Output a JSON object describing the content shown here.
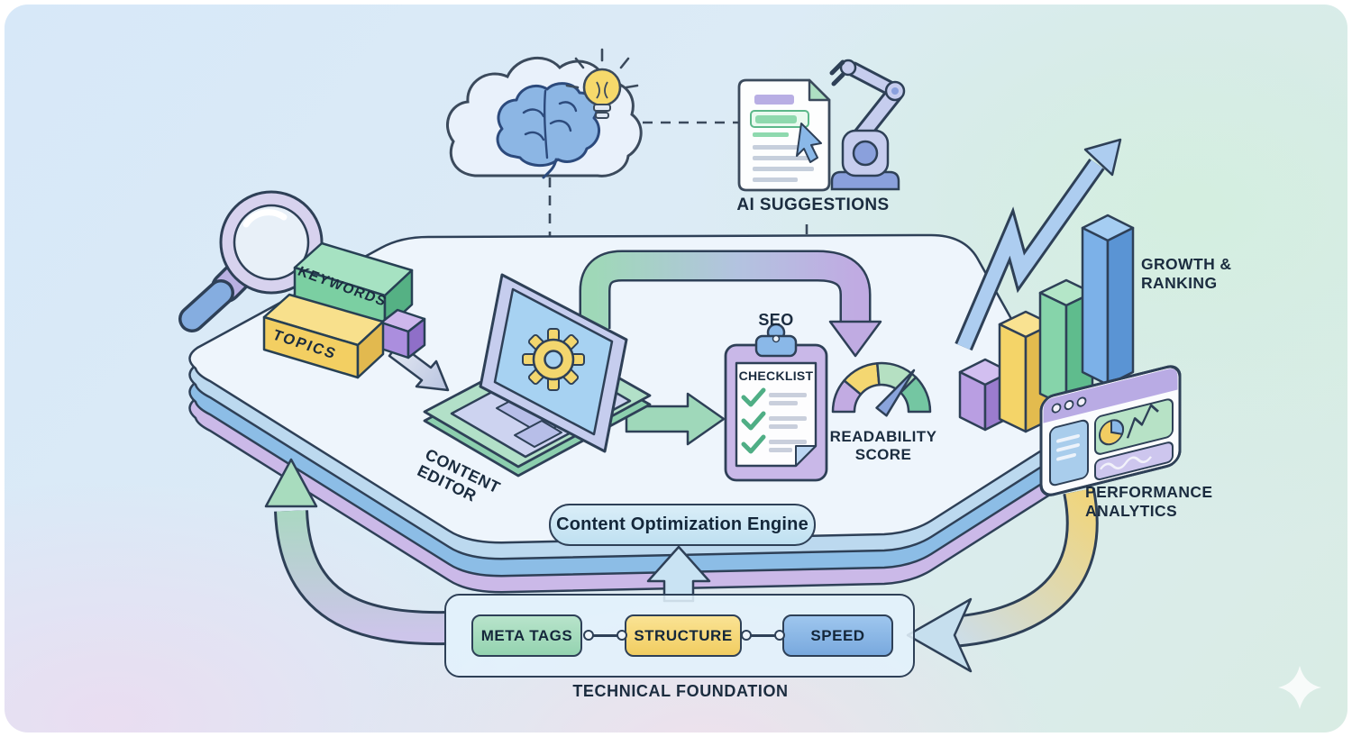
{
  "scene": {
    "pill_label": "Content Optimization Engine",
    "ai": {
      "label": "AI SUGGESTIONS"
    },
    "research": {
      "keywords": "KEYWORDS",
      "topics": "TOPICS"
    },
    "editor": {
      "line1": "CONTENT",
      "line2": "EDITOR"
    },
    "seo_checklist": {
      "seo": "SEO",
      "checklist": "CHECKLIST"
    },
    "readability": {
      "line1": "READABILITY",
      "line2": "SCORE"
    },
    "growth": {
      "line1": "GROWTH &",
      "line2": "RANKING"
    },
    "analytics": {
      "line1": "PERFORMANCE",
      "line2": "ANALYTICS"
    },
    "foundation": {
      "label": "TECHNICAL FOUNDATION",
      "buttons": [
        {
          "label": "META TAGS",
          "color": "#9fd8b4"
        },
        {
          "label": "STRUCTURE",
          "color": "#f5d56e"
        },
        {
          "label": "SPEED",
          "color": "#84b1e2"
        }
      ]
    },
    "icons": {
      "cloud": "cloud-icon",
      "brain": "brain-icon",
      "lightbulb": "lightbulb-icon",
      "robot_arm": "robot-arm-icon",
      "cursor": "cursor-icon",
      "magnifier": "magnifier-icon",
      "gear": "gear-icon",
      "checkmark": "checkmark-icon",
      "gauge": "gauge-icon",
      "pie_chart": "pie-chart-icon",
      "line_chart": "line-chart-icon",
      "sparkle": "sparkle-icon",
      "growth_arrow": "growth-arrow-icon",
      "bar_chart": "bar-chart-icon"
    },
    "colors": {
      "outline": "#2e4057",
      "text": "#1b2c3f",
      "green": "#7bcfa2",
      "yellow": "#f3cf62",
      "purple": "#ab8ede",
      "blue": "#85b4e4",
      "platform_top": "#eef5fc",
      "band_light_blue": "#bcd9ef",
      "band_blue": "#8cbde6",
      "band_purple": "#cbb9e8",
      "gauge_segments": [
        "#c2abe2",
        "#f4d771",
        "#b5e0c2",
        "#74c6a2"
      ]
    }
  }
}
